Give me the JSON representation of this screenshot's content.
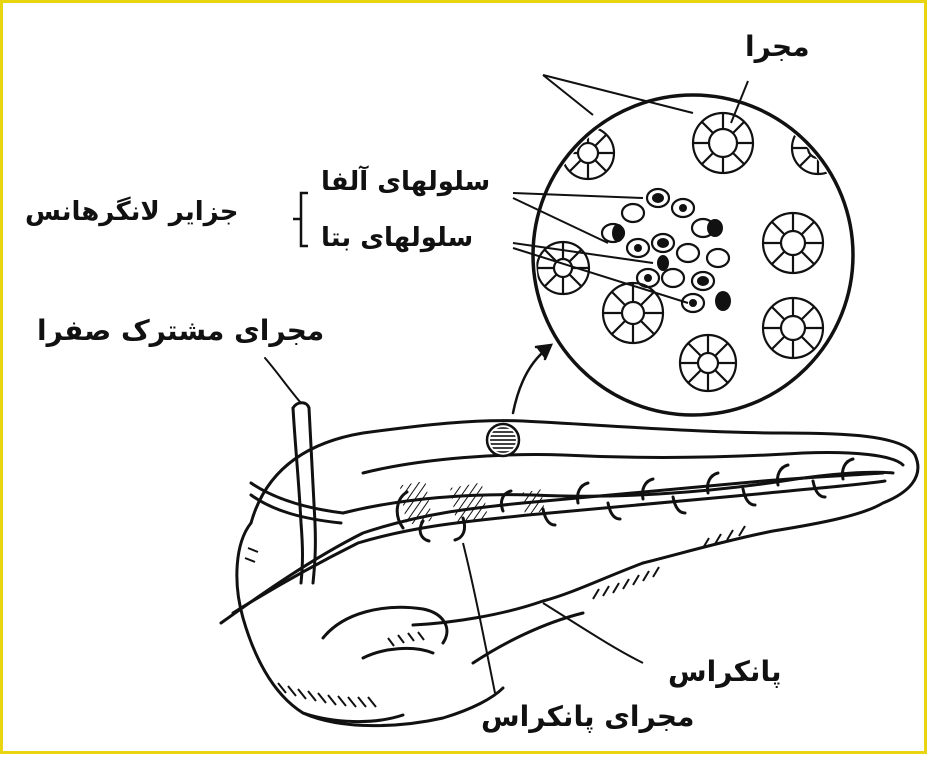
{
  "colors": {
    "frame_border": "#e8d40f",
    "ink": "#111111",
    "background": "#ffffff"
  },
  "labels": {
    "duct": "مجرا",
    "alpha_cells": "سلولهای آلفا",
    "beta_cells": "سلولهای بتا",
    "islets_of_langerhans": "جزایر لانگرهانس",
    "common_bile_duct": "مجرای مشترک صفرا",
    "pancreas": "پانکراس",
    "pancreatic_duct": "مجرای پانکراس"
  }
}
